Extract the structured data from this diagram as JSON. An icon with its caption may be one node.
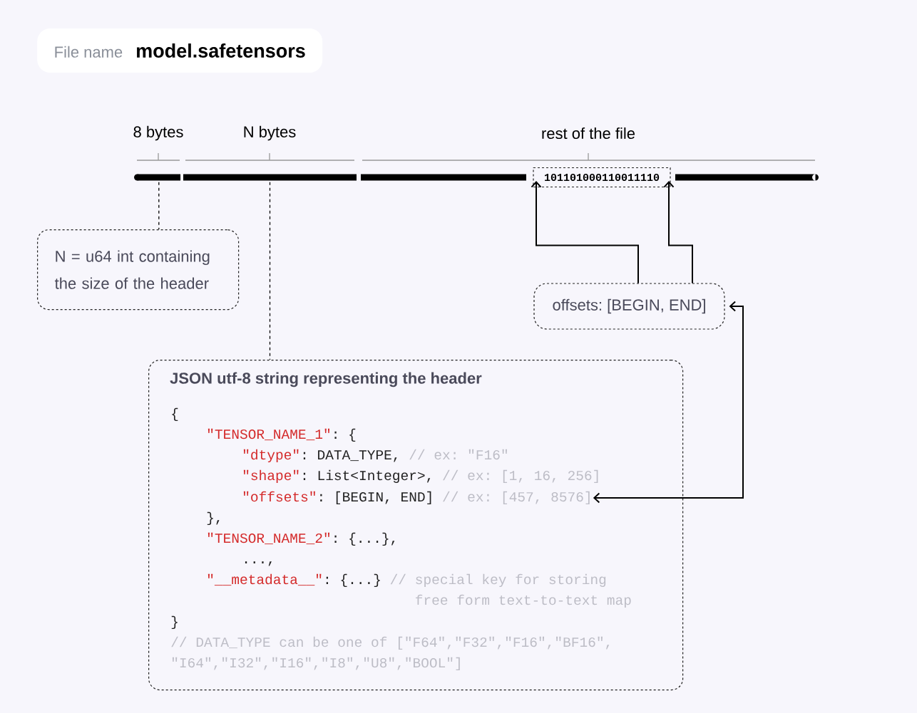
{
  "diagram": {
    "nodes": [
      {
        "text": [
          "File name",
          "model.safetensors"
        ]
      },
      {
        "text": [],
        "shape": "bar"
      },
      {
        "text": [],
        "shape": "bar"
      },
      {
        "text": [
          "101101000110011110"
        ]
      },
      {
        "text": [
          "N = u64 int containing the size of the header"
        ]
      },
      {
        "text": [
          "offsets: [BEGIN, END]"
        ]
      },
      {
        "text": [
          "JSON utf-8 string representing the header"
        ]
      },
      {
        "text": [
          "{"
        ],
        "in": 6
      },
      {
        "text": [
          "\"TENSOR_NAME_1\"",
          ": {"
        ],
        "in": 6
      },
      {
        "text": [
          "\"dtype\"",
          ": DATA_TYPE,",
          "// ex: \"F16\""
        ],
        "in": 6
      },
      {
        "text": [
          "\"shape\"",
          ": List<Integer>,",
          "// ex: [1, 16, 256]"
        ],
        "in": 6
      },
      {
        "text": [
          "\"offsets\"",
          ": [BEGIN, END]",
          "// ex: [457, 8576]"
        ],
        "in": 6
      },
      {
        "text": [
          "},"
        ],
        "in": 6
      },
      {
        "text": [
          "\"TENSOR_NAME_2\"",
          ": {...},"
        ],
        "in": 6
      },
      {
        "text": [
          "...,"
        ],
        "in": 6
      },
      {
        "text": [
          "\"__metadata__\"",
          ": {...}",
          "// special key for storing free form text-to-text map"
        ],
        "in": 6
      },
      {
        "text": [
          "}"
        ],
        "in": 6
      },
      {
        "text": [
          "// DATA_TYPE can be one of [\"F64\",\"F32\",\"F16\",\"BF16\", \"I64\",\"I32\",\"I16\",\"I8\",\"U8\",\"BOOL\"]"
        ],
        "in": 6
      }
    ],
    "edges": [
      {
        "from": 1,
        "to": 4,
        "arrow": "none",
        "style": "dashed"
      },
      {
        "from": 2,
        "to": 6,
        "arrow": "none",
        "style": "dashed"
      },
      {
        "from": 5,
        "to": 3,
        "arrow": "to"
      },
      {
        "from": 5,
        "to": 3,
        "arrow": "to"
      },
      {
        "from": 11,
        "to": 5,
        "arrow": "both"
      }
    ],
    "labels": [
      "8 bytes",
      "N bytes",
      "rest of the file"
    ]
  }
}
